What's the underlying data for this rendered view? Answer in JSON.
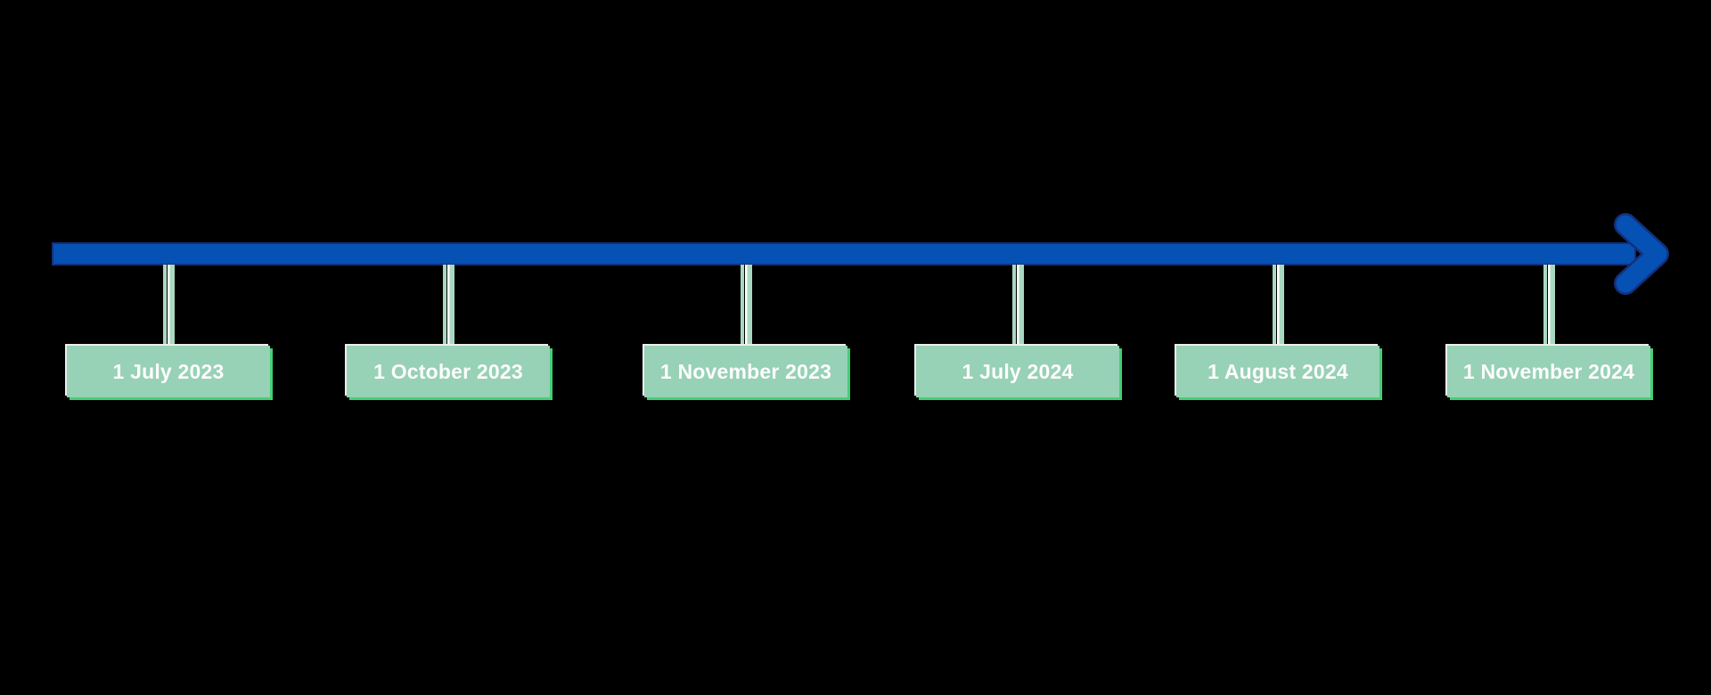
{
  "theme": {
    "bg": "#000000",
    "axis_blue": "#0551b4",
    "axis_dark": "#142f7d",
    "connector_green": "#a9d8c1",
    "connector_white": "#ffffff",
    "box_fill": "#97d1b6",
    "box_edge_green": "#43cf74",
    "box_edge_white": "#ededed",
    "label_color": "#fdfdfd"
  },
  "timeline": {
    "direction": "left-to-right",
    "events": [
      {
        "label": "1 July 2023"
      },
      {
        "label": "1 October 2023"
      },
      {
        "label": "1 November 2023"
      },
      {
        "label": "1 July 2024"
      },
      {
        "label": "1 August 2024"
      },
      {
        "label": "1 November 2024"
      }
    ]
  }
}
